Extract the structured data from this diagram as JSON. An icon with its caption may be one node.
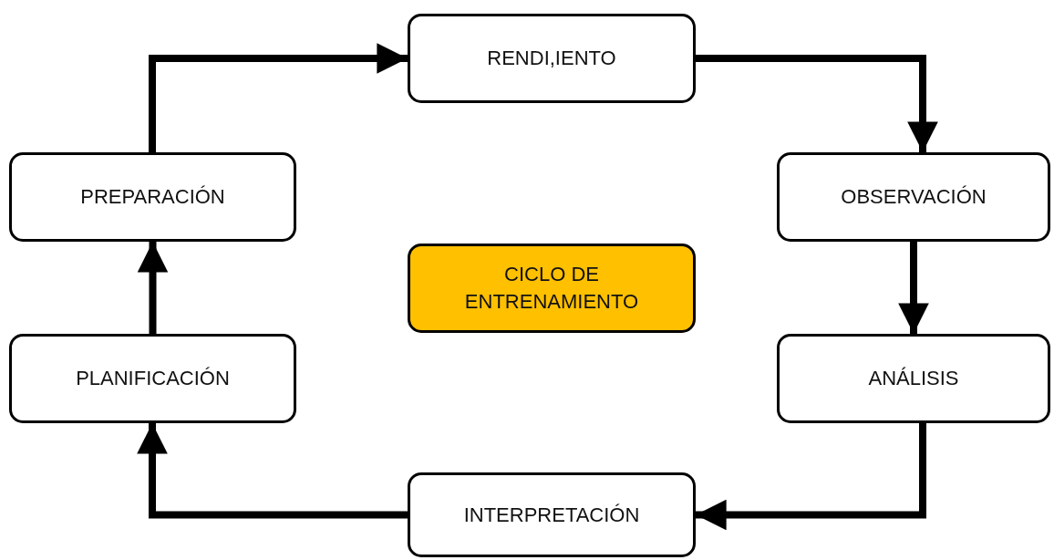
{
  "diagram": {
    "nodes": [
      {
        "text": [
          "RENDI,IENTO"
        ]
      },
      {
        "text": [
          "OBSERVACIÓN"
        ]
      },
      {
        "text": [
          "ANÁLISIS"
        ]
      },
      {
        "text": [
          "INTERPRETACIÓN"
        ]
      },
      {
        "text": [
          "PLANIFICACIÓN"
        ]
      },
      {
        "text": [
          "PREPARACIÓN"
        ]
      },
      {
        "text": [
          "CICLO DE ENTRENAMIENTO"
        ]
      }
    ],
    "edges": [
      {
        "from": 0,
        "to": 1,
        "arrow": "to"
      },
      {
        "from": 1,
        "to": 2,
        "arrow": "to"
      },
      {
        "from": 2,
        "to": 3,
        "arrow": "to"
      },
      {
        "from": 3,
        "to": 4,
        "arrow": "to"
      },
      {
        "from": 4,
        "to": 5,
        "arrow": "to"
      },
      {
        "from": 5,
        "to": 0,
        "arrow": "to"
      }
    ]
  }
}
